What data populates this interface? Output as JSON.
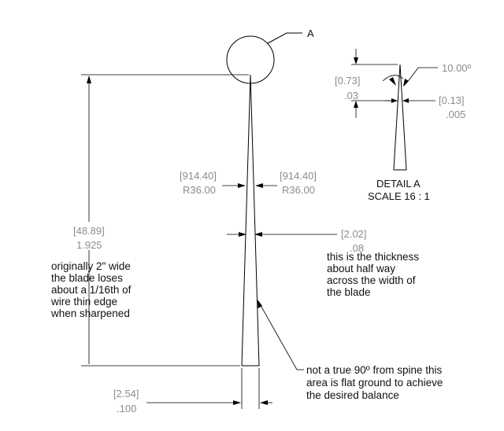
{
  "detail_callout": {
    "label": "A"
  },
  "dimensions": {
    "overall_length": {
      "metric": "[48.89]",
      "imperial": "1.925"
    },
    "radius_left": {
      "metric": "[914.40]",
      "imperial": "R36.00"
    },
    "radius_right": {
      "metric": "[914.40]",
      "imperial": "R36.00"
    },
    "mid_thickness": {
      "metric": "[2.02]",
      "imperial": ".08"
    },
    "spine_width": {
      "metric": "[2.54]",
      "imperial": ".100"
    },
    "detail_tip_length": {
      "metric": "[0.73]",
      "imperial": ".03"
    },
    "detail_edge_width": {
      "metric": "[0.13]",
      "imperial": ".005"
    },
    "detail_angle": {
      "value": "10.00º"
    }
  },
  "detail_view": {
    "title": "DETAIL A",
    "scale": "SCALE 16 : 1"
  },
  "notes": {
    "left": [
      "originally 2\" wide",
      "the blade loses",
      "about a 1/16th of",
      "wire thin edge",
      "when sharpened"
    ],
    "right": [
      "this is the thickness",
      "about half way",
      "across the  width of",
      "the blade"
    ],
    "bottom": [
      "not a true 90º from spine this",
      "area is flat ground to achieve",
      "the desired balance"
    ]
  }
}
